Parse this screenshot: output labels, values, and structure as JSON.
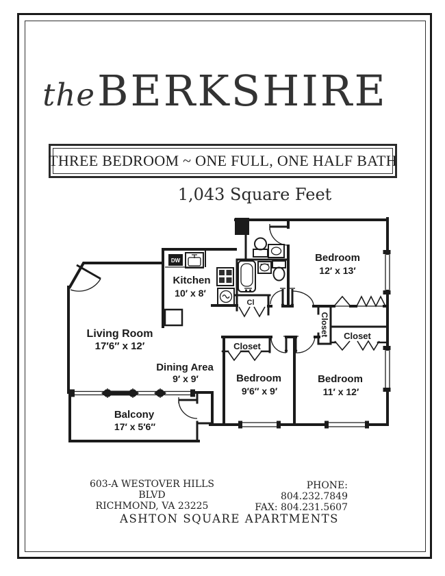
{
  "header": {
    "brand_prefix": "the",
    "brand_name": "BERKSHIRE",
    "unit_type": "THREE BEDROOM ~ ONE FULL, ONE HALF BATH",
    "square_feet": "1,043 Square Feet"
  },
  "floorplan": {
    "kitchen_name": "Kitchen",
    "kitchen_dims": "10′ x 8′",
    "living_name": "Living Room",
    "living_dims": "17′6″ x 12′",
    "dining_name": "Dining Area",
    "dining_dims": "9′ x 9′",
    "balcony_name": "Balcony",
    "balcony_dims": "17′ x 5′6″",
    "bedroom1_name": "Bedroom",
    "bedroom1_dims": "12′ x 13′",
    "bedroom2_name": "Bedroom",
    "bedroom2_dims": "9′6″ x 9′",
    "bedroom3_name": "Bedroom",
    "bedroom3_dims": "11′ x 12′",
    "closet_bedroom2": "Closet",
    "closet_hall": "Closet",
    "closet_bedroom3": "Closet",
    "closet_small": "Cl",
    "dishwasher_label": "DW"
  },
  "footer": {
    "address_line1": "603-A WESTOVER HILLS BLVD",
    "address_line2": "RICHMOND, VA 23225",
    "phone": "PHONE: 804.232.7849",
    "fax": "FAX: 804.231.5607",
    "complex_name": "ASHTON SQUARE APARTMENTS"
  }
}
